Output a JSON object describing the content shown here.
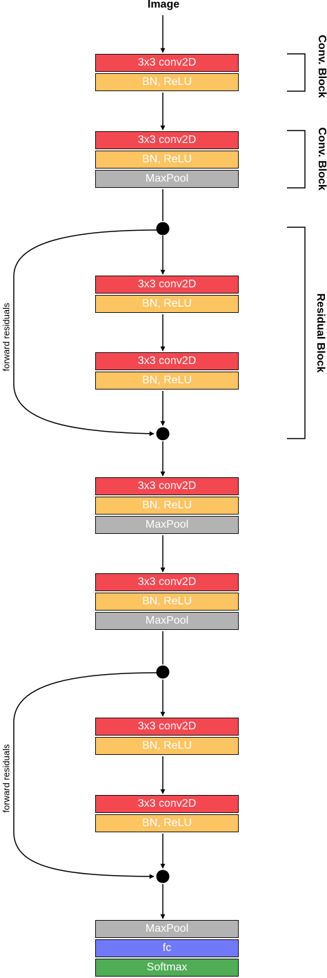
{
  "input_label": "Image",
  "labels": {
    "conv": "3x3 conv2D",
    "bn": "BN, ReLU",
    "pool": "MaxPool",
    "fc": "fc",
    "softmax": "Softmax"
  },
  "brackets": {
    "conv_block_1": "Conv. Block",
    "conv_block_2": "Conv. Block",
    "residual_block": "Residual Block"
  },
  "residual_labels": [
    "forward residuals",
    "forward residuals"
  ],
  "colors": {
    "conv": "#f44851",
    "bn": "#fdc462",
    "pool": "#b3b3b3",
    "fc": "#7079f8",
    "softmax": "#4fad55"
  }
}
